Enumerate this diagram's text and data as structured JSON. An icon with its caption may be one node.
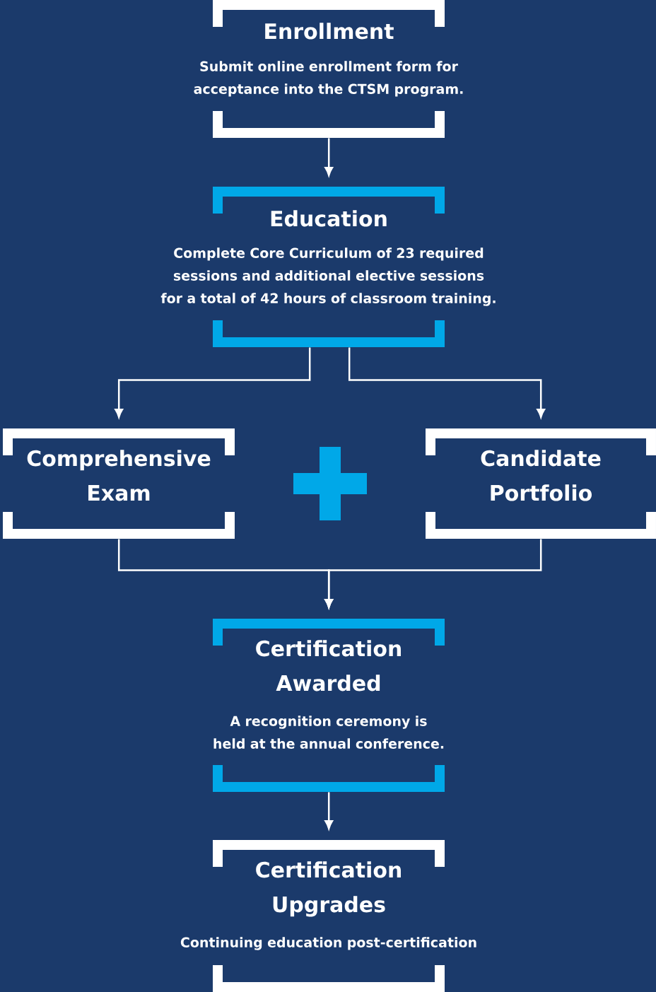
{
  "diagram": {
    "nodes": [
      {
        "text": [
          "Enrollment",
          "Submit online enrollment form for acceptance into the CTSM program."
        ]
      },
      {
        "text": [
          "Education",
          "Complete Core Curriculum of 23 required sessions and additional elective sessions for a total of 42 hours of classroom training."
        ]
      },
      {
        "text": [
          "Comprehensive Exam"
        ]
      },
      {
        "text": [
          "Candidate Portfolio"
        ]
      },
      {
        "text": [
          "Certification Awarded",
          "A recognition ceremony is held at the annual conference."
        ]
      },
      {
        "text": [
          "Certification Upgrades",
          "Continuing education post-certification"
        ]
      }
    ],
    "edges": [
      {
        "from": 0,
        "to": 1,
        "arrow": "to"
      },
      {
        "from": 1,
        "to": 2,
        "arrow": "to"
      },
      {
        "from": 1,
        "to": 3,
        "arrow": "to"
      },
      {
        "from": 2,
        "to": 4,
        "arrow": "to"
      },
      {
        "from": 3,
        "to": 4,
        "arrow": "to"
      },
      {
        "from": 4,
        "to": 5,
        "arrow": "to"
      }
    ]
  }
}
